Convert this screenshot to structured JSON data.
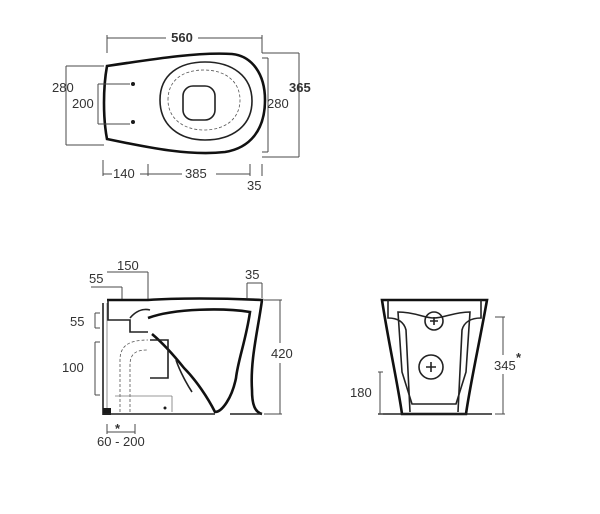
{
  "top_view": {
    "dims": {
      "overall_length": "560",
      "overall_width": "365",
      "width_left": "280",
      "width_right": "280",
      "hole_spacing": "200",
      "offset_140": "140",
      "offset_385": "385",
      "offset_35": "35"
    }
  },
  "side_view": {
    "dims": {
      "top_150": "150",
      "top_55": "55",
      "top_35": "35",
      "left_55": "55",
      "left_100": "100",
      "height_420": "420",
      "bottom_range": "60 - 200",
      "star": "*"
    }
  },
  "front_view": {
    "dims": {
      "height_180": "180",
      "height_345": "345",
      "star": "*"
    }
  }
}
